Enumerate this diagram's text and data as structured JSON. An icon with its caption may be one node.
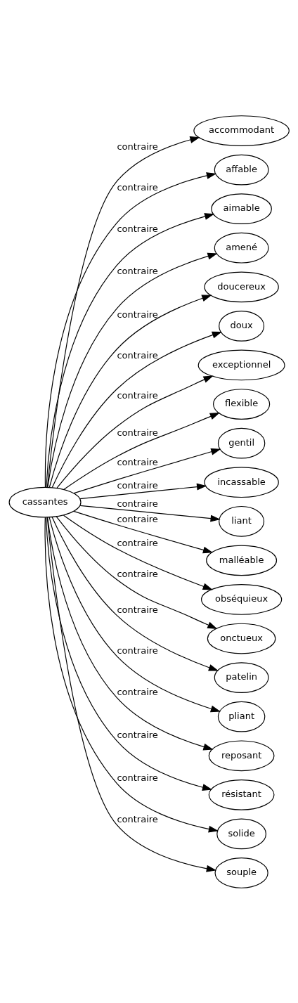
{
  "diagram": {
    "nodes": [
      {
        "text": [
          "cassantes"
        ]
      },
      {
        "text": [
          "accommodant"
        ]
      },
      {
        "text": [
          "affable"
        ]
      },
      {
        "text": [
          "aimable"
        ]
      },
      {
        "text": [
          "amené"
        ]
      },
      {
        "text": [
          "doucereux"
        ]
      },
      {
        "text": [
          "doux"
        ]
      },
      {
        "text": [
          "exceptionnel"
        ]
      },
      {
        "text": [
          "flexible"
        ]
      },
      {
        "text": [
          "gentil"
        ]
      },
      {
        "text": [
          "incassable"
        ]
      },
      {
        "text": [
          "liant"
        ]
      },
      {
        "text": [
          "malléable"
        ]
      },
      {
        "text": [
          "obséquieux"
        ]
      },
      {
        "text": [
          "onctueux"
        ]
      },
      {
        "text": [
          "patelin"
        ]
      },
      {
        "text": [
          "pliant"
        ]
      },
      {
        "text": [
          "reposant"
        ]
      },
      {
        "text": [
          "résistant"
        ]
      },
      {
        "text": [
          "solide"
        ]
      },
      {
        "text": [
          "souple"
        ]
      }
    ],
    "edges": [
      {
        "from": 0,
        "to": 1,
        "arrow": "to",
        "label": "contraire"
      },
      {
        "from": 0,
        "to": 2,
        "arrow": "to",
        "label": "contraire"
      },
      {
        "from": 0,
        "to": 3,
        "arrow": "to",
        "label": "contraire"
      },
      {
        "from": 0,
        "to": 4,
        "arrow": "to",
        "label": "contraire"
      },
      {
        "from": 0,
        "to": 5,
        "arrow": "to",
        "label": "contraire"
      },
      {
        "from": 0,
        "to": 6,
        "arrow": "to",
        "label": "contraire"
      },
      {
        "from": 0,
        "to": 7,
        "arrow": "to",
        "label": "contraire"
      },
      {
        "from": 0,
        "to": 8,
        "arrow": "to",
        "label": "contraire"
      },
      {
        "from": 0,
        "to": 9,
        "arrow": "to",
        "label": "contraire"
      },
      {
        "from": 0,
        "to": 10,
        "arrow": "to",
        "label": "contraire"
      },
      {
        "from": 0,
        "to": 11,
        "arrow": "to",
        "label": "contraire"
      },
      {
        "from": 0,
        "to": 12,
        "arrow": "to",
        "label": "contraire"
      },
      {
        "from": 0,
        "to": 13,
        "arrow": "to",
        "label": "contraire"
      },
      {
        "from": 0,
        "to": 14,
        "arrow": "to",
        "label": "contraire"
      },
      {
        "from": 0,
        "to": 15,
        "arrow": "to",
        "label": "contraire"
      },
      {
        "from": 0,
        "to": 16,
        "arrow": "to",
        "label": "contraire"
      },
      {
        "from": 0,
        "to": 17,
        "arrow": "to",
        "label": "contraire"
      },
      {
        "from": 0,
        "to": 18,
        "arrow": "to",
        "label": "contraire"
      },
      {
        "from": 0,
        "to": 19,
        "arrow": "to",
        "label": "contraire"
      },
      {
        "from": 0,
        "to": 20,
        "arrow": "to",
        "label": "contraire"
      }
    ]
  }
}
